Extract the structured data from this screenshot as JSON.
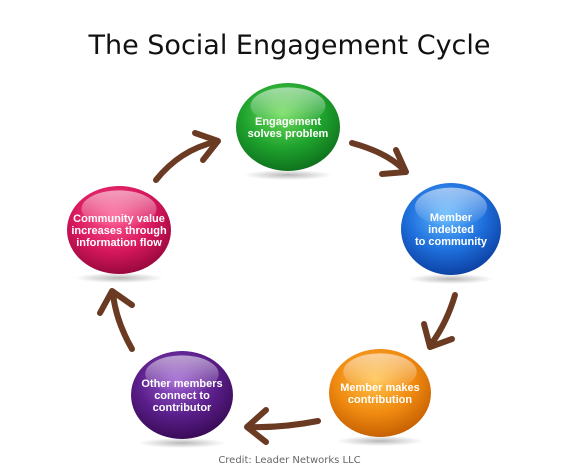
{
  "title": "The Social Engagement Cycle",
  "credit": "Credit: Leader Networks LLC",
  "nodes": [
    {
      "id": "engagement",
      "lines": [
        "Engagement",
        "solves problem"
      ],
      "color": "#1fa32e",
      "light": "#6fdc5a",
      "dark": "#0d6a1a"
    },
    {
      "id": "member-indebted",
      "lines": [
        "Member",
        "indebted",
        "to community"
      ],
      "color": "#1e6fdc",
      "light": "#5fb8ff",
      "dark": "#0a3a9a"
    },
    {
      "id": "member-contribution",
      "lines": [
        "Member makes",
        "contribution"
      ],
      "color": "#f08a10",
      "light": "#ffc24a",
      "dark": "#c05a00"
    },
    {
      "id": "other-members",
      "lines": [
        "Other members",
        "connect to",
        "contributor"
      ],
      "color": "#5a1e8a",
      "light": "#9a5ad0",
      "dark": "#34084f"
    },
    {
      "id": "community-value",
      "lines": [
        "Community value",
        "increases through",
        "information flow"
      ],
      "color": "#d8185e",
      "light": "#ff5a92",
      "dark": "#8f0638"
    }
  ],
  "colors": {
    "arrow": "#6b3a22"
  }
}
